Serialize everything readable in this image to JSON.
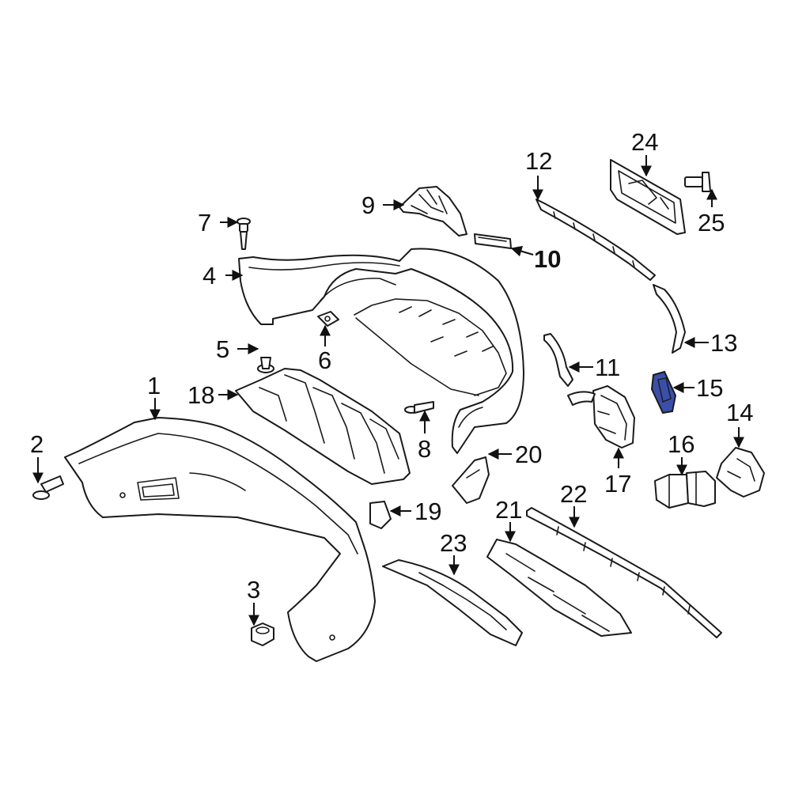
{
  "colors": {
    "background": "#ffffff",
    "line": "#1a1a1a",
    "highlight_fill": "#3a4fa8"
  },
  "highlighted_part": "15",
  "callouts": {
    "c1": "1",
    "c2": "2",
    "c3": "3",
    "c4": "4",
    "c5": "5",
    "c6": "6",
    "c7": "7",
    "c8": "8",
    "c9": "9",
    "c10": "10",
    "c11": "11",
    "c12": "12",
    "c13": "13",
    "c14": "14",
    "c15": "15",
    "c16": "16",
    "c17": "17",
    "c18": "18",
    "c19": "19",
    "c20": "20",
    "c21": "21",
    "c22": "22",
    "c23": "23",
    "c24": "24",
    "c25": "25"
  }
}
